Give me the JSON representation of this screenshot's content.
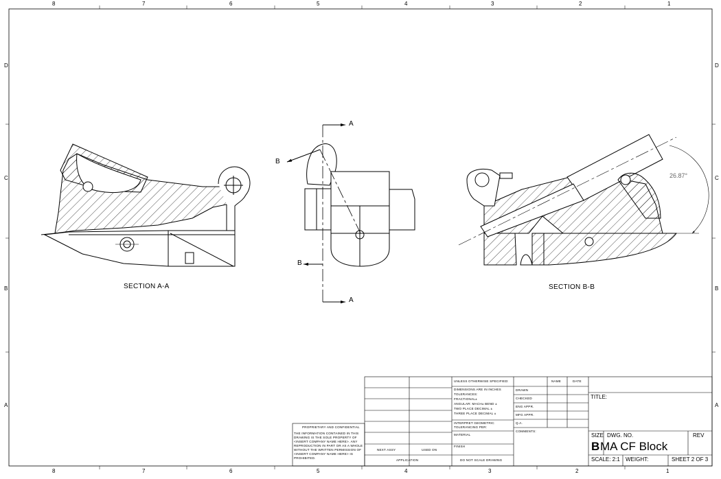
{
  "zones": {
    "columns": [
      "8",
      "7",
      "6",
      "5",
      "4",
      "3",
      "2",
      "1"
    ],
    "rows": [
      "D",
      "C",
      "B",
      "A"
    ]
  },
  "views": {
    "left_label": "SECTION A-A",
    "right_label": "SECTION B-B",
    "angle_label": "26.87°",
    "cut_labels": {
      "a_top": "A",
      "a_bottom": "A",
      "b_top": "B",
      "b_bottom": "B"
    }
  },
  "title_block": {
    "unless": "UNLESS OTHERWISE SPECIFIED:",
    "dims": "DIMENSIONS ARE IN INCHES",
    "tolerances": "TOLERANCES:",
    "fractional": "FRACTIONAL±",
    "angular": "ANGULAR: MACH±   BEND ±",
    "two_place": "TWO PLACE DECIMAL   ±",
    "three_place": "THREE PLACE DECIMAL   ±",
    "interpret": "INTERPRET GEOMETRIC",
    "tolerancing": "TOLERANCING PER:",
    "material": "MATERIAL",
    "finish": "FINISH",
    "do_not_scale": "DO NOT SCALE DRAWING",
    "next_assy": "NEXT ASSY",
    "used_on": "USED ON",
    "application": "APPLICATION",
    "name_hdr": "NAME",
    "date_hdr": "DATE",
    "drawn": "DRAWN",
    "checked": "CHECKED",
    "eng_appr": "ENG APPR.",
    "mfg_appr": "MFG APPR.",
    "qa": "Q.A.",
    "comments": "COMMENTS:",
    "title_lbl": "TITLE:",
    "size_lbl": "SIZE",
    "dwg_no_lbl": "DWG.  NO.",
    "rev_lbl": "REV",
    "size_val": "B",
    "dwg_no_val": "MA CF Block",
    "scale": "SCALE: 2:1",
    "weight": "WEIGHT:",
    "sheet": "SHEET 2 OF 3",
    "prop_title": "PROPRIETARY AND CONFIDENTIAL",
    "prop_lines": [
      "THE INFORMATION CONTAINED IN THIS",
      "DRAWING IS THE SOLE PROPERTY OF",
      "<INSERT COMPANY NAME HERE>. ANY",
      "REPRODUCTION IN PART OR AS A WHOLE",
      "WITHOUT THE WRITTEN PERMISSION OF",
      "<INSERT COMPANY NAME HERE> IS",
      "PROHIBITED."
    ]
  }
}
